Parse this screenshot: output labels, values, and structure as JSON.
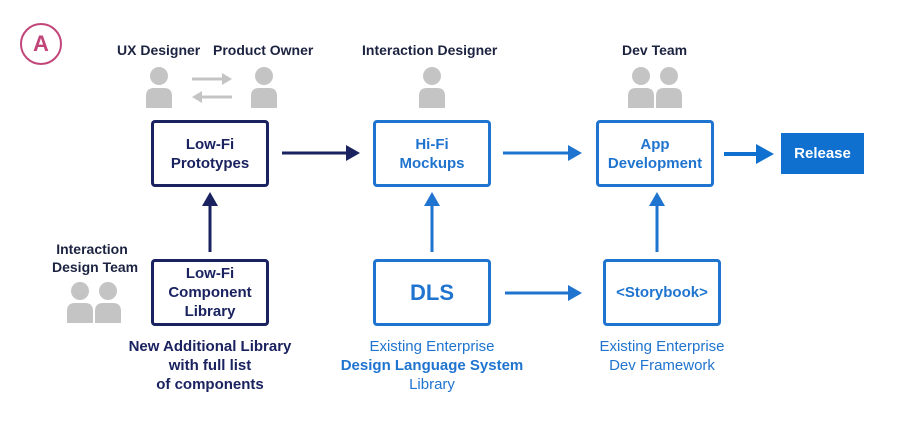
{
  "badge": "A",
  "roles": {
    "ux_designer": "UX Designer",
    "product_owner": "Product Owner",
    "interaction_designer": "Interaction Designer",
    "dev_team": "Dev Team",
    "interaction_design_team_line1": "Interaction",
    "interaction_design_team_line2": "Design Team"
  },
  "boxes": {
    "lowfi_prototypes": [
      "Low-Fi",
      "Prototypes"
    ],
    "hifi_mockups": [
      "Hi-Fi",
      "Mockups"
    ],
    "app_development": [
      "App",
      "Development"
    ],
    "release": "Release",
    "lowfi_library": [
      "Low-Fi",
      "Component",
      "Library"
    ],
    "dls": "DLS",
    "storybook": "<Storybook>"
  },
  "captions": {
    "new_library": [
      "New Additional Library",
      "with full list",
      "of components"
    ],
    "dls": [
      "Existing Enterprise",
      "Design Language System",
      "Library"
    ],
    "storybook": [
      "Existing Enterprise",
      "Dev Framework"
    ]
  },
  "colors": {
    "dark_navy": "#1a2260",
    "blue": "#1f74cf",
    "release_fill": "#1070d0",
    "person_gray": "#c4c4c4",
    "badge": "#c2457a"
  }
}
